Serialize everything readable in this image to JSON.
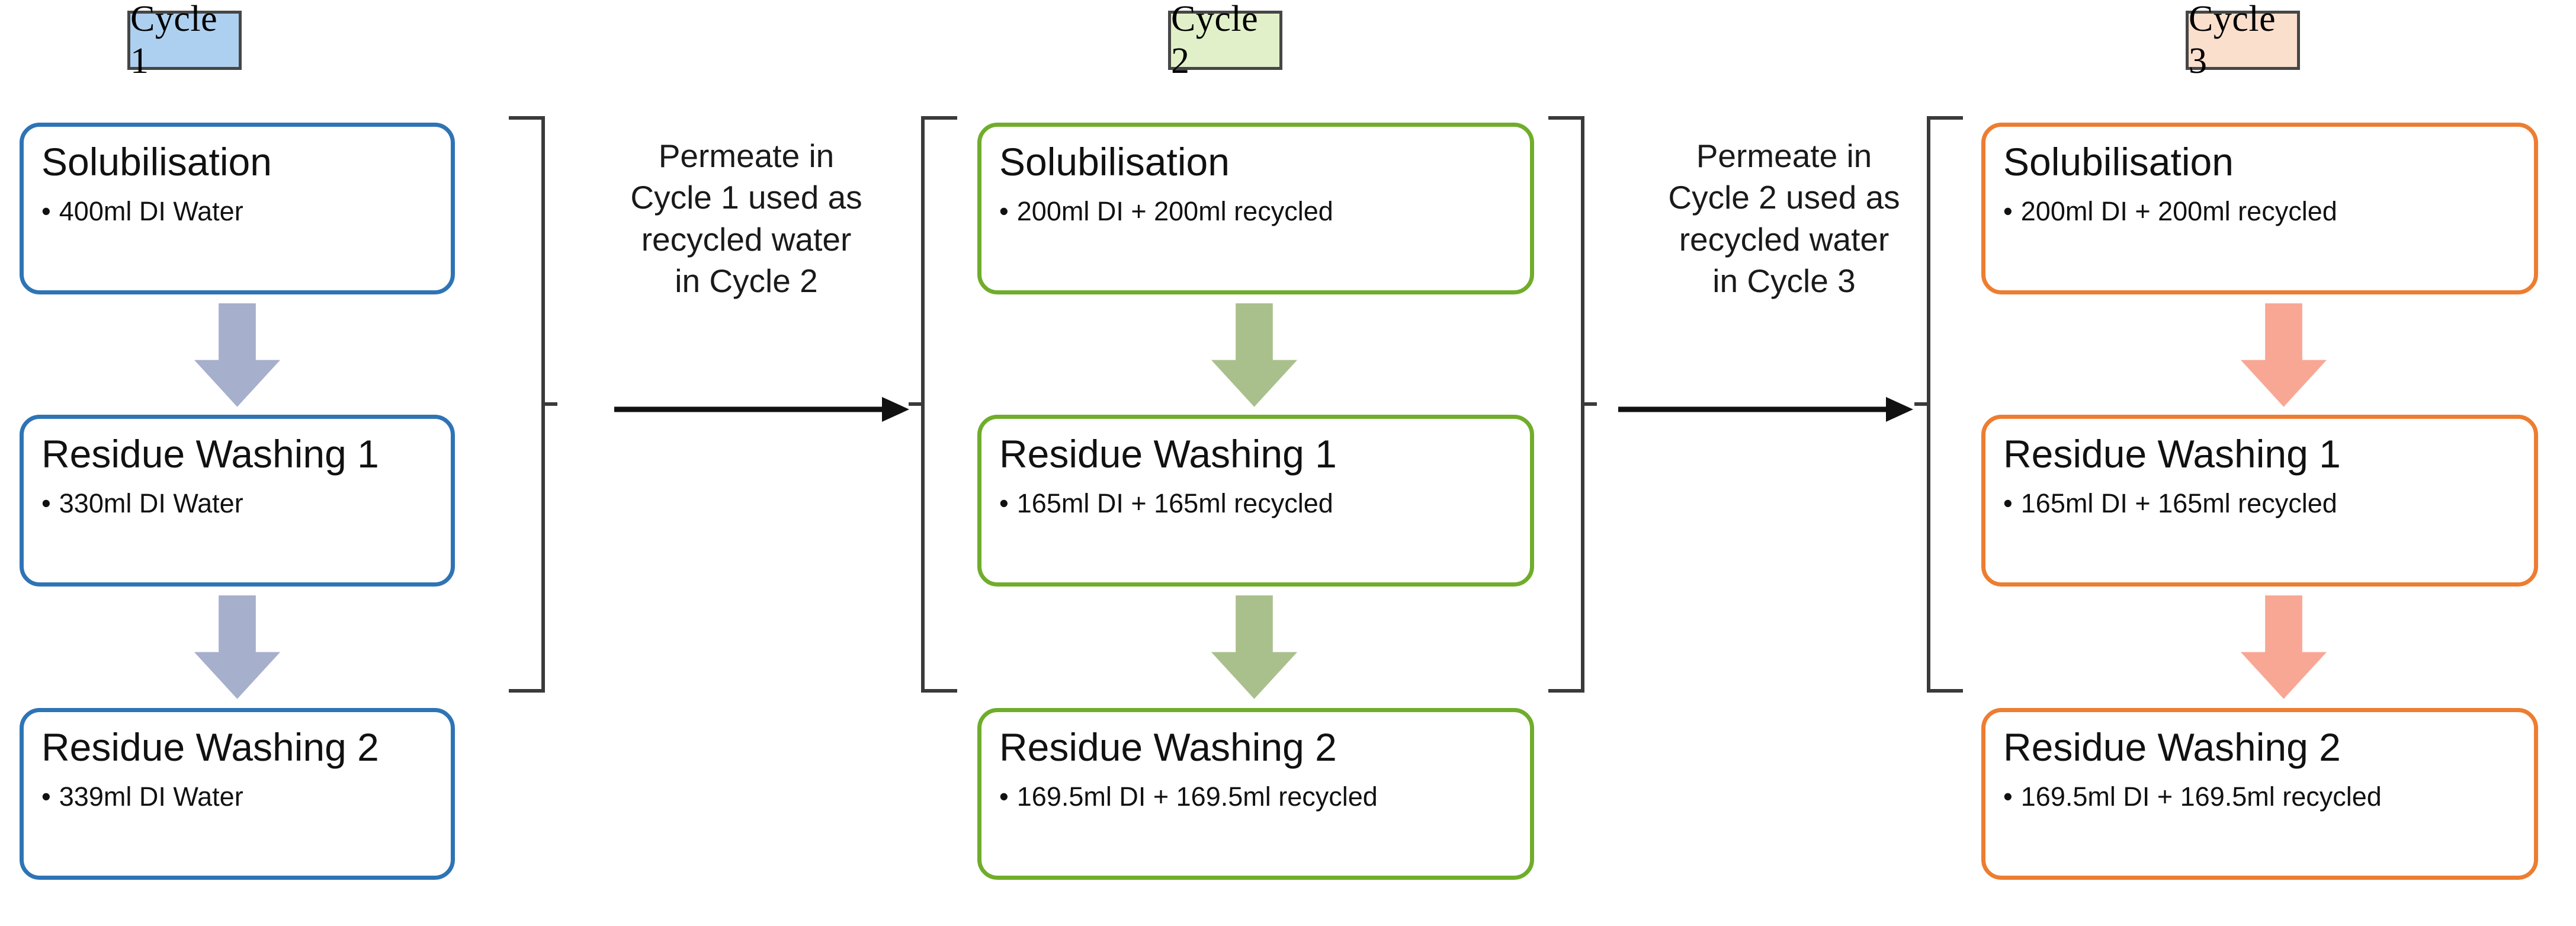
{
  "diagram": {
    "title": "Three-cycle water recycling process flow",
    "colors": {
      "cycle1_accent": "#2E74B5",
      "cycle1_badge_fill": "#AED0F0",
      "cycle1_arrow_fill": "#A6AFCB",
      "cycle2_accent": "#70AD2B",
      "cycle2_badge_fill": "#E2F0C9",
      "cycle2_arrow_fill": "#A9C08C",
      "cycle3_accent": "#ED7D31",
      "cycle3_badge_fill": "#FADFCD",
      "cycle3_arrow_fill": "#F9A795",
      "badge_border": "#464646",
      "bracket_stroke": "#3A3A3A",
      "text": "#111111"
    },
    "cycles": [
      {
        "badge": "Cycle 1",
        "steps": [
          {
            "title": "Solubilisation",
            "bullet": "400ml DI Water"
          },
          {
            "title": "Residue Washing 1",
            "bullet": "330ml DI Water"
          },
          {
            "title": "Residue Washing 2",
            "bullet": "339ml DI Water"
          }
        ]
      },
      {
        "badge": "Cycle 2",
        "steps": [
          {
            "title": "Solubilisation",
            "bullet": "200ml DI + 200ml recycled"
          },
          {
            "title": "Residue Washing 1",
            "bullet": "165ml DI + 165ml recycled"
          },
          {
            "title": "Residue Washing 2",
            "bullet": "169.5ml DI + 169.5ml recycled"
          }
        ]
      },
      {
        "badge": "Cycle 3",
        "steps": [
          {
            "title": "Solubilisation",
            "bullet": "200ml DI + 200ml recycled"
          },
          {
            "title": "Residue Washing 1",
            "bullet": "165ml DI + 165ml recycled"
          },
          {
            "title": "Residue Washing 2",
            "bullet": "169.5ml DI + 169.5ml recycled"
          }
        ]
      }
    ],
    "connectors": [
      {
        "line1": "Permeate in",
        "line2": "Cycle 1 used as",
        "line3": "recycled water",
        "line4": "in Cycle 2"
      },
      {
        "line1": "Permeate in",
        "line2": "Cycle 2 used as",
        "line3": "recycled water",
        "line4": "in Cycle 3"
      }
    ],
    "bullet_glyph": "•"
  }
}
